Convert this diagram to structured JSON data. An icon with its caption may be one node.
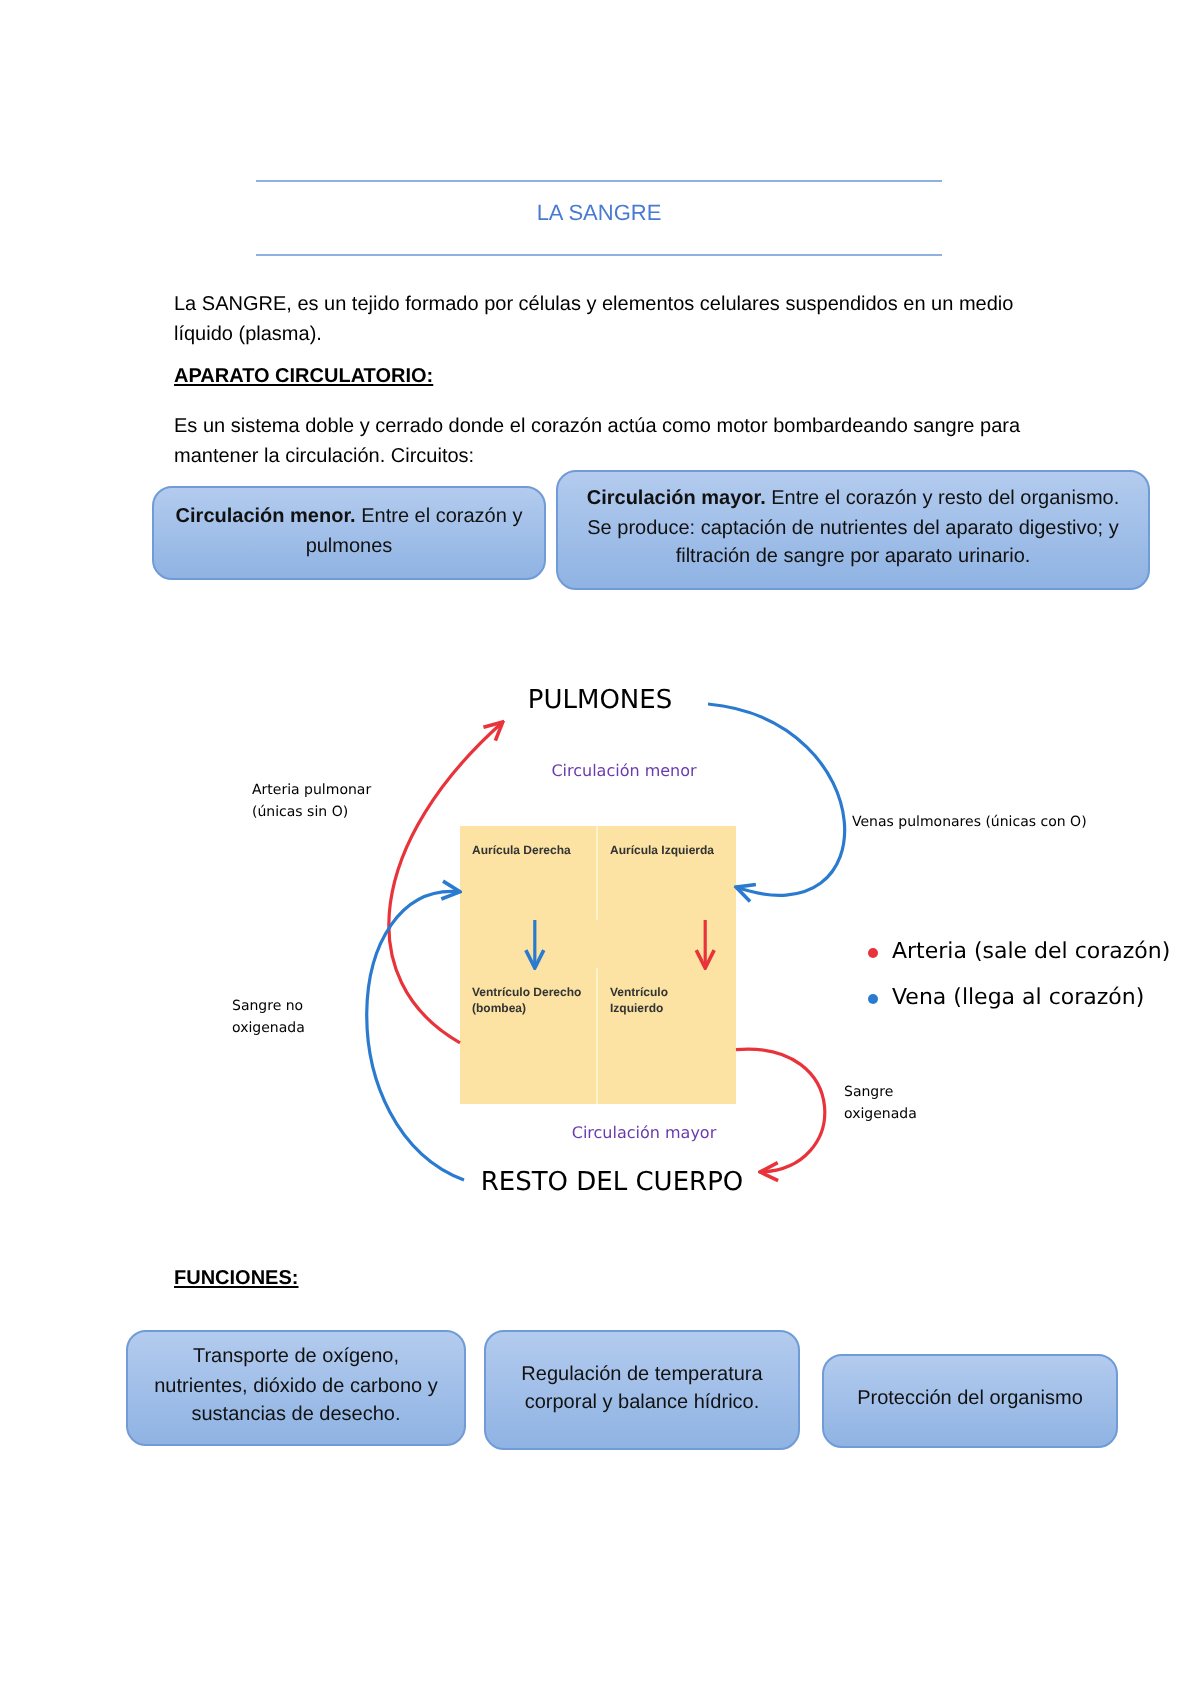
{
  "diagram": {
    "title": "LA SANGRE",
    "nodes": [
      {
        "text": [
          "**Circulación menor.** Entre el corazón y pulmones"
        ]
      },
      {
        "text": [
          "**Circulación mayor.** Entre el corazón y resto del organismo. Se produce: captación de nutrientes del aparato digestivo; y filtración de sangre por aparato urinario."
        ]
      },
      {
        "text": [
          "PULMONES"
        ]
      },
      {
        "text": [],
        "shape": "box"
      },
      {
        "text": [
          "Aurícula Derecha"
        ],
        "in": 3
      },
      {
        "text": [
          "Aurícula Izquierda"
        ],
        "in": 3
      },
      {
        "text": [
          "Ventrículo Derecho (bombea)"
        ],
        "in": 3
      },
      {
        "text": [
          "Ventrículo Izquierdo"
        ],
        "in": 3
      },
      {
        "text": [
          "RESTO DEL CUERPO"
        ]
      },
      {
        "text": [
          "Transporte de oxígeno, nutrientes, dióxido de carbono y sustancias de desecho."
        ]
      },
      {
        "text": [
          "Regulación de temperatura corporal y balance hídrico."
        ]
      },
      {
        "text": [
          "Protección del organismo"
        ]
      }
    ],
    "edges": [
      {
        "from": 6,
        "to": 2,
        "arrow": "to",
        "label": "Arteria pulmonar (únicas sin O)",
        "color": "#e8333b"
      },
      {
        "from": 2,
        "to": 5,
        "arrow": "to",
        "label": "Venas pulmonares (únicas con O)",
        "color": "#2a7ad0"
      },
      {
        "from": 8,
        "to": 4,
        "arrow": "to",
        "label": "Sangre no oxigenada",
        "color": "#2a7ad0"
      },
      {
        "from": 7,
        "to": 8,
        "arrow": "to",
        "label": "Sangre oxigenada",
        "color": "#e8333b"
      },
      {
        "from": 4,
        "to": 6,
        "arrow": "to",
        "color": "#2a7ad0"
      },
      {
        "from": 5,
        "to": 7,
        "arrow": "to",
        "color": "#e8333b"
      }
    ],
    "labels": [
      "La SANGRE, es un tejido formado por células y elementos celulares suspendidos en un medio líquido (plasma).",
      "APARATO CIRCULATORIO:",
      "Es un sistema doble y cerrado donde el corazón actúa como motor bombardeando sangre para mantener la circulación. Circuitos:",
      "Circulación menor",
      "Circulación mayor",
      "FUNCIONES:"
    ],
    "legend": [
      {
        "text": "Arteria (sale del corazón)",
        "color": "#e8333b"
      },
      {
        "text": "Vena (llega al corazón)",
        "color": "#2a7ad0"
      }
    ]
  }
}
